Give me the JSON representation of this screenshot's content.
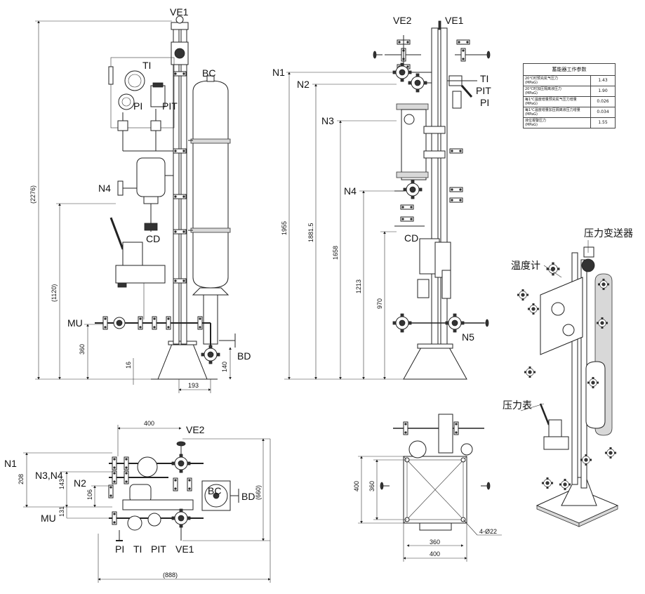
{
  "front_view": {
    "labels": {
      "ve1": "VE1",
      "ti": "TI",
      "pi": "PI",
      "pit": "PIT",
      "bc": "BC",
      "n4": "N4",
      "cd": "CD",
      "mu": "MU",
      "bd": "BD"
    },
    "dims": {
      "total": "(2276)",
      "mid": "(1120)",
      "mu_h": "360",
      "small": "16",
      "bd_h": "140",
      "w": "193"
    }
  },
  "side_view": {
    "labels": {
      "ve2": "VE2",
      "ve1": "VE1",
      "n1": "N1",
      "n2": "N2",
      "n3": "N3",
      "n4": "N4",
      "ti": "TI",
      "pit": "PIT",
      "pi": "PI",
      "cd": "CD",
      "n5": "N5"
    },
    "dims": {
      "d1": "1955",
      "d2": "1881.5",
      "d3": "1658",
      "d4": "1213",
      "d5": "970"
    }
  },
  "table": {
    "title": "蓄能器工作参数",
    "rows": [
      {
        "name": "20℃时预充氮气压力\n(MPaG)",
        "value": "1.43"
      },
      {
        "name": "20℃时加压隔离液压力\n(MPaG)",
        "value": "1.90"
      },
      {
        "name": "每1℃温度增量预充氮气压力增量\n(MPaG)",
        "value": "0.026"
      },
      {
        "name": "每1℃温度增量加压隔离液压力增量\n(MPaG)",
        "value": "0.034"
      },
      {
        "name": "液位报警压力\n(MPaG)",
        "value": "1.55"
      }
    ]
  },
  "top_view": {
    "labels": {
      "n1": "N1",
      "n34": "N3,N4",
      "n2": "N2",
      "mu": "MU",
      "ve2": "VE2",
      "bc": "BC",
      "bd": "BD",
      "pi": "PI",
      "ti": "TI",
      "pit": "PIT",
      "ve1": "VE1"
    },
    "dims": {
      "w400": "400",
      "h208": "208",
      "h143": "143",
      "h106": "106",
      "h131": "131",
      "total": "(888)",
      "h660": "(660)"
    }
  },
  "base_view": {
    "dims": {
      "h400": "400",
      "h360": "360",
      "w360": "360",
      "w400": "400",
      "holes": "4-Ø22"
    }
  },
  "iso_view": {
    "labels": {
      "transmitter": "压力变送器",
      "thermometer": "温度计",
      "gauge": "压力表"
    }
  },
  "colors": {
    "line": "#222222",
    "background": "#ffffff"
  }
}
